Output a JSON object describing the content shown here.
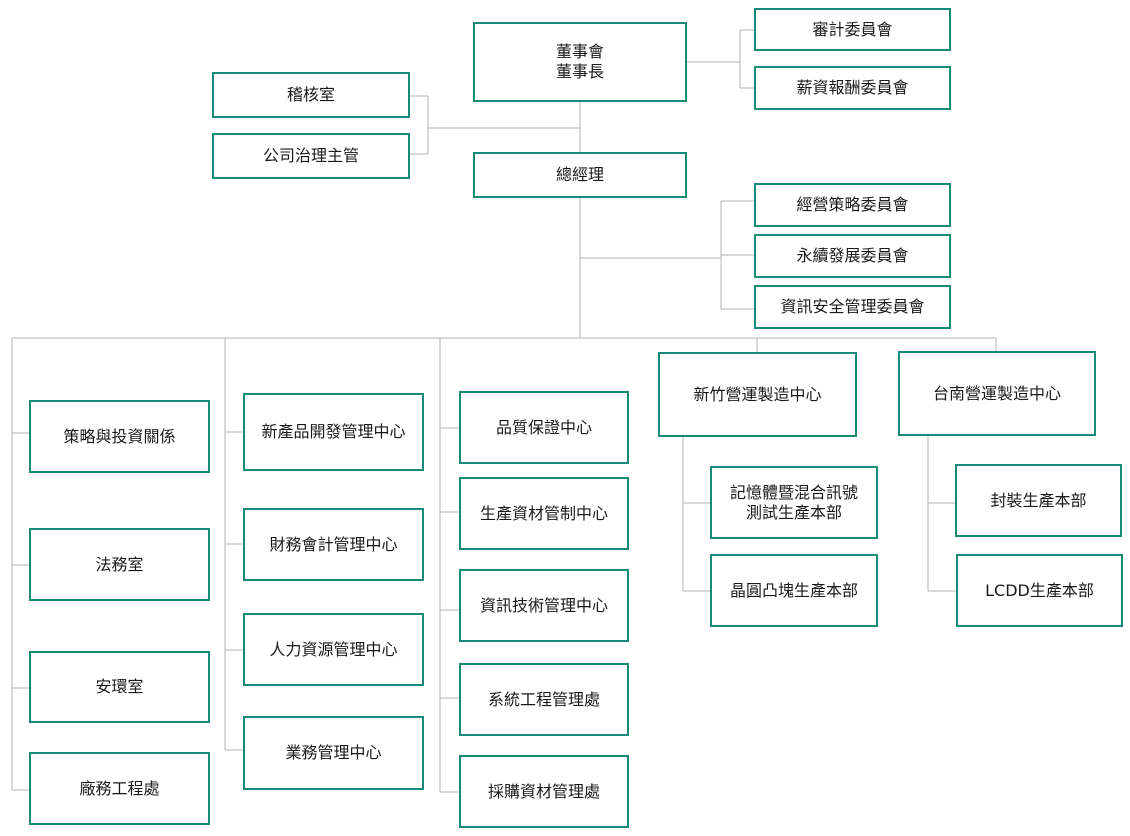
{
  "colors": {
    "box_border": "#1a8a78",
    "connector": "#b3b3b3",
    "text": "#1a1a1a"
  },
  "nodes": {
    "board": "董事會\n董事長",
    "audit_committee": "審計委員會",
    "remuneration_committee": "薪資報酬委員會",
    "internal_audit": "稽核室",
    "corporate_governance": "公司治理主管",
    "president": "總經理",
    "strategy_committee": "經營策略委員會",
    "sustainability_committee": "永續發展委員會",
    "infosec_committee": "資訊安全管理委員會",
    "strategy_ir": "策略與投資關係",
    "legal": "法務室",
    "ehs": "安環室",
    "facilities": "廠務工程處",
    "npd_center": "新產品開發管理中心",
    "finance_center": "財務會計管理中心",
    "hr_center": "人力資源管理中心",
    "sales_center": "業務管理中心",
    "qa_center": "品質保證中心",
    "pmc_center": "生產資材管制中心",
    "it_center": "資訊技術管理中心",
    "system_eng": "系統工程管理處",
    "procurement": "採購資材管理處",
    "hsinchu_center": "新竹營運製造中心",
    "memory_test": "記憶體暨混合訊號\n測試生產本部",
    "bump": "晶圓凸塊生產本部",
    "tainan_center": "台南營運製造中心",
    "packaging": "封裝生產本部",
    "lcdd": "LCDD生產本部"
  }
}
